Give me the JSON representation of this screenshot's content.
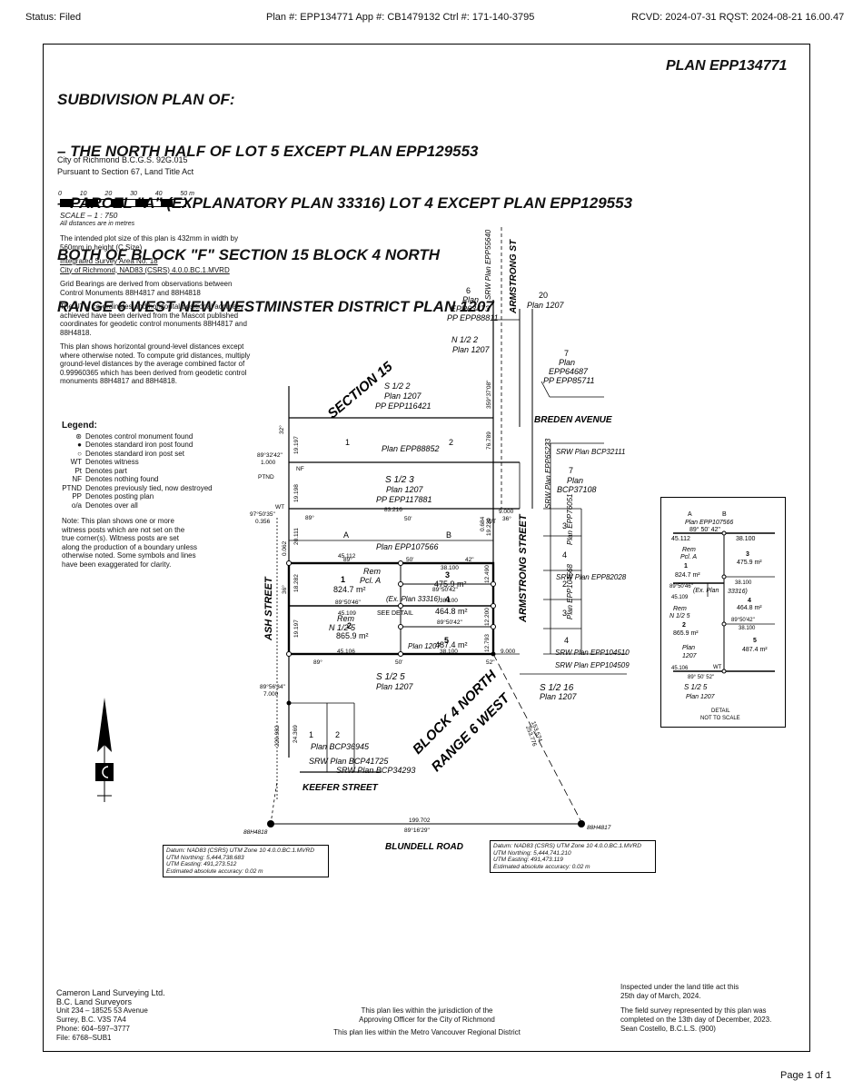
{
  "header": {
    "status": "Status: Filed",
    "ids": "Plan #: EPP134771 App #: CB1479132 Ctrl #: 171-140-3795",
    "received": "RCVD: 2024-07-31 RQST: 2024-08-21 16.00.47"
  },
  "title_block": {
    "lines": [
      "SUBDIVISION PLAN OF:",
      "– THE NORTH HALF OF LOT 5 EXCEPT PLAN EPP129553",
      "– PARCEL \"A\" (EXPLANATORY PLAN 33316) LOT 4 EXCEPT PLAN EPP129553",
      "BOTH OF BLOCK \"F\" SECTION 15 BLOCK 4 NORTH",
      "RANGE 6 WEST NEW WESTMINSTER DISTRICT PLAN 1207"
    ],
    "plan_number": "PLAN EPP134771"
  },
  "info": {
    "city": "City of Richmond    B.C.G.S. 92G.015",
    "pursuant": "Pursuant to Section 67, Land Title Act",
    "scale_ticks": [
      "0",
      "10",
      "20",
      "30",
      "40",
      "50 m"
    ],
    "scale": "SCALE – 1 : 750",
    "scale_note": "All distances are in metres",
    "plot_size": "The intended plot size of this plan is 432mm in width by 560mm in height (C Size)",
    "survey_area_1": "Integrated Survey Area No. 18",
    "survey_area_2": "City of Richmond, NAD83 (CSRS) 4.0.0.BC.1.MVRD",
    "note_bearings": "Grid Bearings are derived from observations between Control Monuments 88H4817 and 88H4818",
    "note_utm": "The UTM co-ordinates and horizontal positional accuracy achieved have been derived from the Mascot published coordinates for geodetic control monuments 88H4817 and 88H4818.",
    "note_distances": "This plan shows horizontal ground-level distances except where otherwise noted. To compute grid distances, multiply ground-level distances by the average combined factor of 0.99960365 which has been derived from geodetic control monuments 88H4817 and 88H4818."
  },
  "legend": {
    "title": "Legend:",
    "items": [
      {
        "sym": "⊛",
        "text": "Denotes control monument found"
      },
      {
        "sym": "●",
        "text": "Denotes standard iron post found"
      },
      {
        "sym": "○",
        "text": "Denotes standard iron post set"
      },
      {
        "sym": "WT",
        "text": "Denotes witness"
      },
      {
        "sym": "Pt",
        "text": "Denotes part"
      },
      {
        "sym": "NF",
        "text": "Denotes nothing found"
      },
      {
        "sym": "PTND",
        "text": "Denotes previously tied, now destroyed"
      },
      {
        "sym": "PP",
        "text": "Denotes posting plan"
      },
      {
        "sym": "o/a",
        "text": "Denotes over all"
      }
    ],
    "note": "Note: This plan shows one or more witness posts which are not set on the true corner(s). Witness posts are set along the production of a boundary unless otherwise noted. Some symbols and lines have been exaggerated for clarity."
  },
  "map": {
    "section": "SECTION 15",
    "block": "BLOCK 4 NORTH",
    "range": "RANGE 6 WEST",
    "streets": {
      "ash": "ASH STREET",
      "armstrong": "ARMSTRONG STREET",
      "armstrong_st": "ARMSTRONG ST",
      "breden": "BREDEN AVENUE",
      "keefer": "KEEFER STREET",
      "blundell": "BLUNDELL ROAD"
    },
    "lots": {
      "lot6_a": "6",
      "lot6_b": "Plan",
      "lot6_c": "EPP63473",
      "lot6_d": "PP EPP88811",
      "lot20_a": "20",
      "lot20_b": "Plan 1207",
      "n122_a": "N 1/2 2",
      "n122_b": "Plan 1207",
      "lot7_a": "7",
      "lot7_b": "Plan",
      "lot7_c": "EPP64687",
      "lot7_d": "PP EPP85711",
      "s122_a": "S 1/2 2",
      "s122_b": "Plan 1207",
      "s122_c": "PP EPP116421",
      "lot1": "1",
      "lot2": "2",
      "plan88852": "Plan    EPP88852",
      "s123_a": "S 1/2 3",
      "s123_b": "Plan 1207",
      "s123_c": "PP EPP117881",
      "lotA": "A",
      "lotB": "B",
      "plan107566": "Plan    EPP107566",
      "rem_pcl": "Rem",
      "pcl_a": "Pcl. A",
      "new1": "1",
      "new1_area": "824.7 m²",
      "new2": "2",
      "new2_area": "865.9 m²",
      "new3": "3",
      "new3_area": "475.9 m²",
      "new4": "4",
      "new4_area": "464.8 m²",
      "new5": "5",
      "new5_area": "487.4 m²",
      "rem_n": "Rem",
      "n125": "N 1/2 5",
      "ex_plan": "(Ex. Plan 33316)",
      "see_detail": "SEE DETAIL",
      "plan1207": "Plan 1207",
      "s125_a": "S 1/2 5",
      "s125_b": "Plan 1207",
      "s126_a": "S 1/2 16",
      "s126_b": "Plan 1207",
      "k1": "1",
      "k2": "2",
      "bcp36945": "Plan BCP36945",
      "srw41725": "SRW Plan BCP41725",
      "srw34293": "SRW Plan BCP34293",
      "srw55640": "SRW Plan EPP55640",
      "srw32111": "SRW Plan BCP32111",
      "lot7b_a": "7",
      "lot7b_b": "Plan",
      "lot7b_c": "BCP37108",
      "srw65223": "SRW Plan EPP65223",
      "epp76051": "Plan EPP76051",
      "srw82028": "SRW Plan EPP82028",
      "epp104568": "Plan EPP104568",
      "srw104510": "SRW Plan EPP104510",
      "srw104509": "SRW Plan EPP104509",
      "r3": "3",
      "r4": "4",
      "r2": "2",
      "r3b": "3",
      "r4b": "4"
    },
    "dims": {
      "d1": "32°",
      "d2": "89°32'42\"",
      "d3": "1.000",
      "d4": "PTND",
      "d5": "NF",
      "d6": "WT",
      "d7": "97°50'35\"",
      "d8": "0.356",
      "d9": "89°",
      "d10": "83.216",
      "d11": "50'",
      "d12": "9.000",
      "d13": "36°",
      "d14": "45.112",
      "d15": "89°",
      "d16": "50'",
      "d17": "42\"",
      "d18": "38.100",
      "d19": "89°50'42\"",
      "d20": "89°50'46\"",
      "d21": "45.109",
      "d22": "38.100",
      "d23": "89°50'42\"",
      "d24": "45.106",
      "d25": "38.100",
      "d26": "9.000",
      "d27": "89°",
      "d28": "50'",
      "d29": "52\"",
      "d30": "89°56'34\"",
      "d31": "7.000",
      "d32": "199.702",
      "d33": "89°16'29\"",
      "d34": "88H4818",
      "d35": "88H4817",
      "d36": "19.197",
      "d37": "19.198",
      "d38": "20.111",
      "d39": "18.282",
      "d40": "19.197",
      "d41": "36°",
      "d42": "12.490",
      "d43": "12.200",
      "d44": "12.793",
      "d45": "76.789",
      "d46": "359°37'08\"",
      "d47": "19.229",
      "d48": "0.684",
      "d49": "229.982",
      "d50": "24.369",
      "d51": "153.574",
      "d52": "253.776",
      "d53": "0.062",
      "d54": "WT"
    }
  },
  "detail": {
    "a": "A",
    "b": "B",
    "plan": "Plan    EPP107566",
    "d1": "89°    50'    42\"",
    "d2": "45.112",
    "d3": "38.100",
    "rem": "Rem",
    "pcl": "Pcl. A",
    "one": "1",
    "one_area": "824.7 m²",
    "three": "3",
    "three_area": "475.9 m²",
    "ex": "(Ex. Plan",
    "ex2": "33316)",
    "four": "4",
    "four_area": "464.8 m²",
    "remn": "Rem",
    "n125": "N 1/2 5",
    "two": "2",
    "two_area": "865.9 m²",
    "plan1207a": "Plan",
    "plan1207b": "1207",
    "five": "5",
    "five_area": "487.4 m²",
    "d4": "45.109",
    "d5": "38.100",
    "d6": "89°50'42\"",
    "d7": "89°50'46\"",
    "d8": "45.106",
    "d9": "38.100",
    "d10": "89°    50'    52\"",
    "s125": "S 1/2 5",
    "s125b": "Plan 1207",
    "caption1": "DETAIL",
    "caption2": "NOT TO SCALE",
    "wt": "WT"
  },
  "datum_left": {
    "l1": "Datum: NAD83 (CSRS) UTM Zone 10 4.0.0.BC.1.MVRD",
    "l2": "UTM Northing:    5,444,738.683",
    "l3": "UTM Easting:     491,273.512",
    "l4": "Estimated absolute accuracy: 0.02 m"
  },
  "datum_right": {
    "l1": "Datum: NAD83 (CSRS) UTM Zone 10 4.0.0.BC.1.MVRD",
    "l2": "UTM Northing:    5,444,741.210",
    "l3": "UTM Easting:     491,473.119",
    "l4": "Estimated absolute accuracy: 0.02 m"
  },
  "footer": {
    "firm": [
      "Cameron Land Surveying Ltd.",
      "B.C. Land Surveyors",
      "Unit 234 – 18525 53 Avenue",
      "Surrey, B.C.   V3S 7A4",
      "Phone: 604–597–3777",
      "File:   6768–SUB1"
    ],
    "center": [
      "This plan lies within the jurisdiction of the",
      "Approving Officer for the City of Richmond",
      "This plan lies within the Metro Vancouver Regional District"
    ],
    "right": [
      "Inspected under the land title act this",
      "25th day of March, 2024.",
      "The field survey represented by this plan was",
      "completed on the 13th day of December, 2023.",
      "Sean Costello, B.C.L.S. (900)"
    ],
    "page": "Page 1 of 1"
  }
}
